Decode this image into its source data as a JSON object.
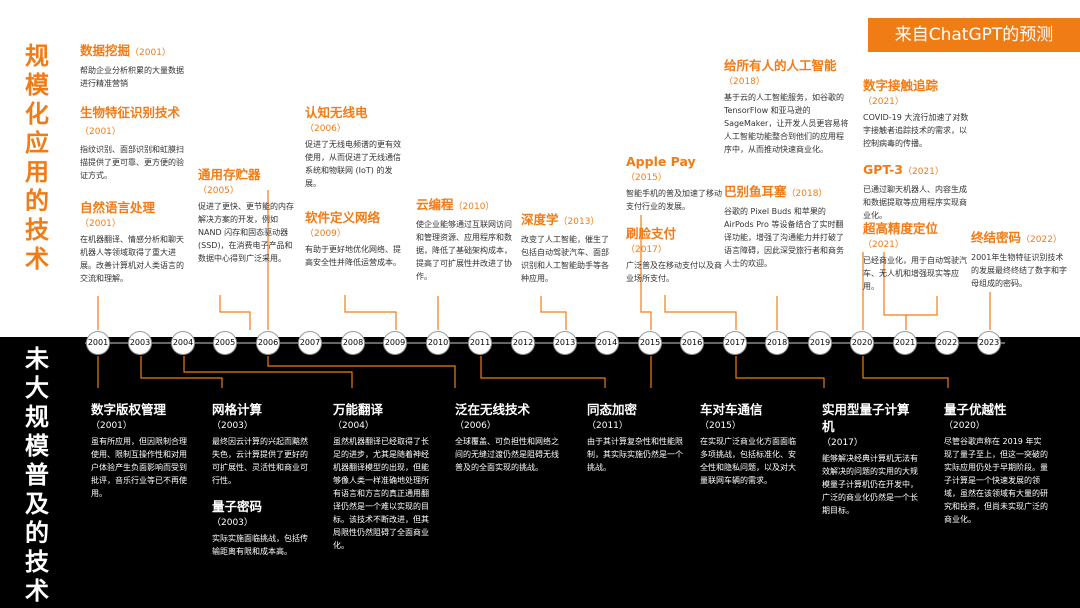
{
  "left_title_top": "规模化应用的技术",
  "left_title_bottom": "未大规模普及的技术",
  "badge": "来自ChatGPT的预测",
  "years": [
    "2001",
    "2003",
    "2004",
    "2005",
    "2006",
    "2007",
    "2008",
    "2009",
    "2010",
    "2011",
    "2012",
    "2013",
    "2014",
    "2015",
    "2016",
    "2017",
    "2018",
    "2019",
    "2020",
    "2021",
    "2022",
    "2023"
  ],
  "top_items": [
    {
      "title": "数据挖掘",
      "year": "（2001）",
      "desc": "帮助企业分析积累的大量数据进行精准营销"
    },
    {
      "title": "生物特征识别技术",
      "year": "（2001）",
      "desc": "指纹识别、面部识别和虹膜扫描提供了更可靠、更方便的验证方式。"
    },
    {
      "title": "自然语言处理",
      "year": "（2001）",
      "desc": "在机器翻译、情感分析和聊天机器人等领域取得了重大进展。改善计算机对人类语言的交流和理解。"
    },
    {
      "title": "通用存贮器",
      "year": "（2005）",
      "desc": "促进了更快、更节能的内存解决方案的开发，例如 NAND 闪存和固态驱动器 (SSD)，在消费电子产品和数据中心得到广泛采用。"
    },
    {
      "title": "认知无线电",
      "year": "（2006）",
      "desc": "促进了无线电频谱的更有效使用，从而促进了无线通信系统和物联网 (IoT) 的发展。"
    },
    {
      "title": "软件定义网络",
      "year": "（2009）",
      "desc": "有助于更好地优化网络、提高安全性并降低运营成本。"
    },
    {
      "title": "云编程",
      "year": "（2010）",
      "desc": "使企业能够通过互联网访问和管理资源、应用程序和数据，降低了基础架构成本，提高了可扩展性并改进了协作。"
    },
    {
      "title": "深度学",
      "year": "（2013）",
      "desc": "改变了人工智能，催生了包括自动驾驶汽车、面部识别和人工智能助手等各种应用。"
    },
    {
      "title": "Apple Pay",
      "year": "（2015）",
      "desc": "智能手机的普及加速了移动支付行业的发展。"
    },
    {
      "title": "刷脸支付",
      "year": "（2017）",
      "desc": "广泛普及在移动支付以及商业场所支付。"
    },
    {
      "title": "给所有人的人工智能",
      "year": "（2018）",
      "desc": "基于云的人工智能服务，如谷歌的 TensorFlow 和亚马逊的 SageMaker，让开发人员更容易将人工智能功能整合到他们的应用程序中，从而推动快速商业化。"
    },
    {
      "title": "巴别鱼耳塞",
      "year": "（2018）",
      "desc": "谷歌的 Pixel Buds 和苹果的 AirPods Pro 等设备结合了实时翻译功能，增强了沟通能力并打破了语言障碍，因此深受旅行者和商务人士的欢迎。"
    },
    {
      "title": "数字接触追踪",
      "year": "（2021）",
      "desc": "COVID-19 大流行加速了对数字接触者追踪技术的需求，以控制病毒的传播。"
    },
    {
      "title": "GPT-3",
      "year": "（2021）",
      "desc": "已通过聊天机器人、内容生成和数据提取等应用程序实现商业化。"
    },
    {
      "title": "超高精度定位",
      "year": "（2021）",
      "desc": "已经商业化，用于自动驾驶汽车、无人机和增强现实等应用。"
    },
    {
      "title": "终结密码",
      "year": "（2022）",
      "desc": "2001年生物特征识别技术的发展最终终结了数字和字母组成的密码。"
    }
  ],
  "bottom_items": [
    {
      "title": "数字版权管理",
      "year": "（2001）",
      "desc": "虽有所应用，但因限制合理使用、限制互操作性和对用户体验产生负面影响而受到批评，音乐行业等已不再使用。"
    },
    {
      "title": "网格计算",
      "year": "（2003）",
      "desc": "最终因云计算的兴起而黯然失色，云计算提供了更好的可扩展性、灵活性和商业可行性。"
    },
    {
      "title": "量子密码",
      "year": "（2003）",
      "desc": "实际实施面临挑战，包括传输距离有限和成本高。"
    },
    {
      "title": "万能翻译",
      "year": "（2004）",
      "desc": "虽然机器翻译已经取得了长足的进步，尤其是随着神经机器翻译模型的出现，但能够像人类一样准确地处理所有语言和方言的真正通用翻译仍然是一个难以实现的目标。该技术不断改进，但其局限性仍然阻碍了全面商业化。"
    },
    {
      "title": "泛在无线技术",
      "year": "（2006）",
      "desc": "全球覆盖、可负担性和网络之间的无缝过渡仍然是阻碍无线普及的全面实现的挑战。"
    },
    {
      "title": "同态加密",
      "year": "（2011）",
      "desc": "由于其计算复杂性和性能限制，其实际实施仍然是一个挑战。"
    },
    {
      "title": "车对车通信",
      "year": "（2015）",
      "desc": "在实现广泛商业化方面面临多项挑战，包括标准化、安全性和隐私问题，以及对大量联网车辆的需求。"
    },
    {
      "title": "实用型量子计算机",
      "year": "（2017）",
      "desc": "能够解决经典计算机无法有效解决的问题的实用的大规模量子计算机仍在开发中，广泛的商业化仍然是一个长期目标。"
    },
    {
      "title": "量子优越性",
      "year": "（2020）",
      "desc": "尽管谷歌声称在 2019 年实现了量子至上，但这一突破的实际应用仍处于早期阶段。量子计算是一个快速发展的领域，虽然在该领域有大量的研究和投资，但尚未实现广泛的商业化。"
    }
  ]
}
